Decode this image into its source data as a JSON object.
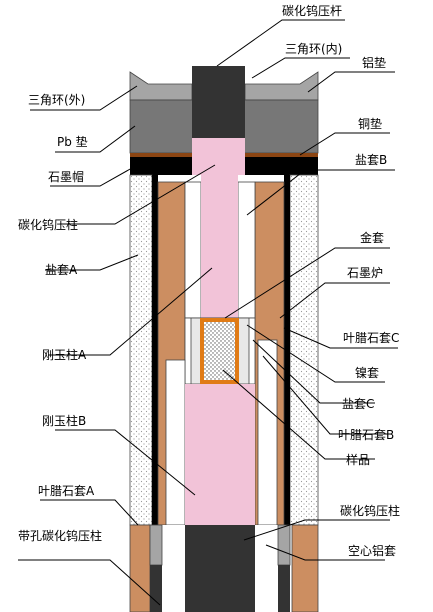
{
  "labels": {
    "wc_press_rod": "碳化钨压杆",
    "triangle_ring_inner": "三角环(内)",
    "al_pad": "铝垫",
    "triangle_ring_outer": "三角环(外)",
    "pb_pad": "Pb 垫",
    "cu_pad": "铜垫",
    "graphite_cap": "石墨帽",
    "salt_sleeve_b": "盐套B",
    "wc_press_column_upper": "碳化钨压柱",
    "gold_sleeve": "金套",
    "salt_sleeve_a": "盐套A",
    "graphite_furnace": "石墨炉",
    "pyrophyllite_sleeve_c": "叶腊石套C",
    "corundum_column_a": "刚玉柱A",
    "ni_sleeve": "镍套",
    "salt_sleeve_c": "盐套C",
    "corundum_column_b": "刚玉柱B",
    "pyrophyllite_sleeve_b": "叶腊石套B",
    "sample": "样品",
    "pyrophyllite_sleeve_a": "叶腊石套A",
    "wc_press_column_lower": "碳化钨压柱",
    "holed_wc_press_column": "带孔碳化钨压柱",
    "hollow_al_sleeve": "空心铝套"
  },
  "colors": {
    "tungsten_carbide": "#333333",
    "lead_gray": "#777777",
    "copper": "#8B4513",
    "graphite": "#000000",
    "salt": "#FFFFFF",
    "corundum": "#F2C3D8",
    "pyrophyllite": "#CC8E61",
    "gold": "#E07B16",
    "hollow_al": "#A5A5A5"
  }
}
